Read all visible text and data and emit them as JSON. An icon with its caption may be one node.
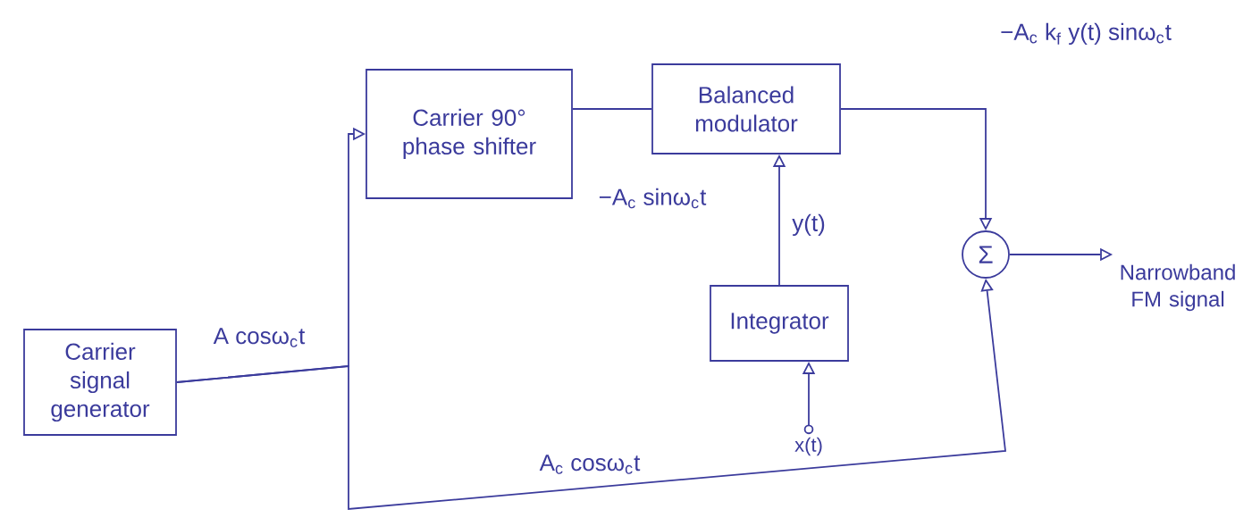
{
  "diagram": {
    "nodes": [
      {
        "text": [
          "Carrier signal generator"
        ]
      },
      {
        "text": [
          "Carrier 90° phase shifter"
        ]
      },
      {
        "text": [
          "Balanced modulator"
        ]
      },
      {
        "text": [
          "Integrator"
        ]
      },
      {
        "text": [
          "Σ"
        ]
      },
      {
        "text": [
          "x(t)"
        ]
      },
      {
        "text": [
          "Narrowband FM signal"
        ]
      }
    ],
    "edges": [
      {
        "from": 0,
        "to": 1,
        "arrow": "to",
        "label": "A cosω$_{c}$t"
      },
      {
        "from": 0,
        "to": 4,
        "arrow": "to",
        "label": "A$_{c}$ cosω$_{c}$t"
      },
      {
        "from": 1,
        "to": 2,
        "arrow": "none",
        "label": "−A$_{c}$ sinω$_{c}$t"
      },
      {
        "from": 3,
        "to": 2,
        "arrow": "to",
        "label": "y(t)"
      },
      {
        "from": 5,
        "to": 3,
        "arrow": "to"
      },
      {
        "from": 2,
        "to": 4,
        "arrow": "to",
        "label": "−A$_{c}$ k$_{f}$ y(t) sinω$_{c}$t"
      },
      {
        "from": 4,
        "to": 6,
        "arrow": "to"
      }
    ]
  }
}
